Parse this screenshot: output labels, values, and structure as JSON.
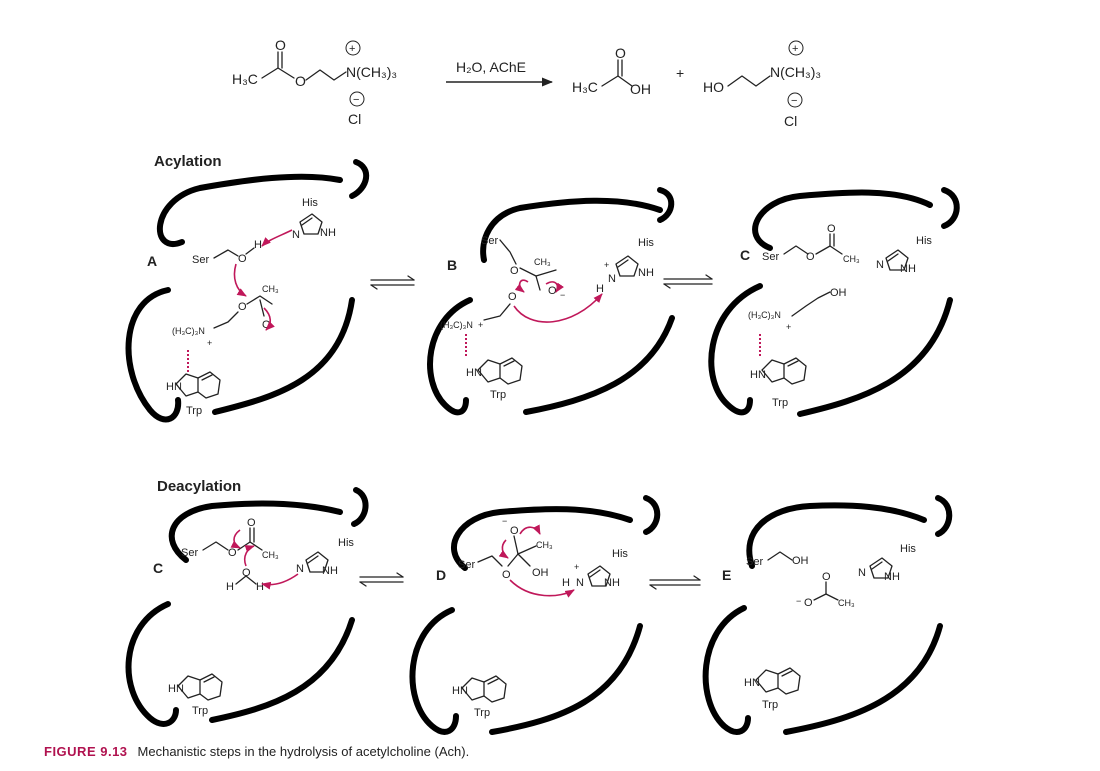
{
  "equation": {
    "reactant_methyl": "H₃C",
    "reactant_o": "O",
    "reactant_carbonyl": "O",
    "reactant_amm": "N(CH₃)₃",
    "reactant_plus": "+",
    "reactant_minus": "−",
    "reactant_cl": "Cl",
    "conditions": "H₂O, AChE",
    "product1_methyl": "H₃C",
    "product1_carbonyl": "O",
    "product1_oh": "OH",
    "plus_sign": "+",
    "product2_ho": "HO",
    "product2_amm": "N(CH₃)₃",
    "product2_plus": "+",
    "product2_minus": "−",
    "product2_cl": "Cl"
  },
  "sections": {
    "acylation": "Acylation",
    "deacylation": "Deacylation"
  },
  "panels": {
    "a": "A",
    "b": "B",
    "c_top": "C",
    "c_bottom": "C",
    "d": "D",
    "e": "E"
  },
  "residues": {
    "ser": "Ser",
    "his": "His",
    "trp": "Trp",
    "hn": "HN",
    "n": "N",
    "nh": "NH",
    "o": "O",
    "h": "H",
    "oh": "OH",
    "ch3": "CH₃",
    "ammonium": "(H₃C)₃N",
    "plus": "+",
    "minus": "−"
  },
  "caption": {
    "figure_number": "FIGURE 9.13",
    "text": "Mechanistic steps in the hydrolysis of acetylcholine (Ach)."
  }
}
